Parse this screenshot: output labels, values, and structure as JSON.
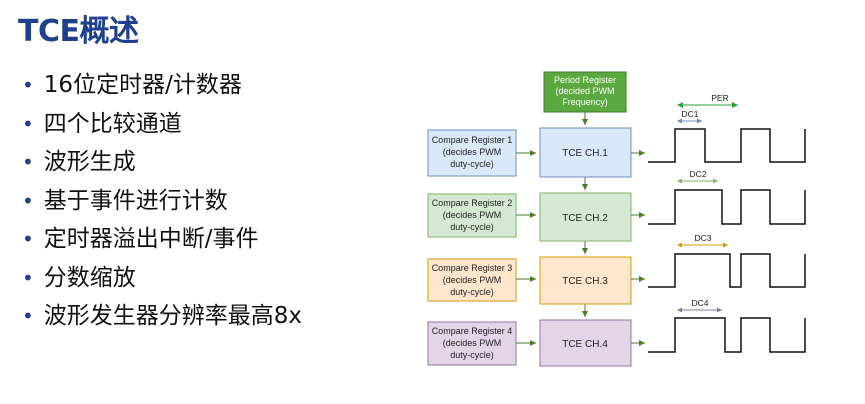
{
  "title": "TCE概述",
  "bullets": [
    "16位定时器/计数器",
    "四个比较通道",
    "波形生成",
    "基于事件进行计数",
    "定时器溢出中断/事件",
    "分数缩放",
    "波形发生器分辨率最高8x"
  ],
  "diagram": {
    "period_register": {
      "line1": "Period Register",
      "line2": "(decided PWM",
      "line3": "Frequency)"
    },
    "compare_registers": [
      {
        "line1": "Compare Register 1",
        "line2": "(decides PWM",
        "line3": "duty-cycle)"
      },
      {
        "line1": "Compare Register 2",
        "line2": "(decides PWM",
        "line3": "duty-cycle)"
      },
      {
        "line1": "Compare Register 3",
        "line2": "(decides PWM",
        "line3": "duty-cycle)"
      },
      {
        "line1": "Compare Register 4",
        "line2": "(decides PWM",
        "line3": "duty-cycle)"
      }
    ],
    "channels": [
      "TCE CH.1",
      "TCE CH.2",
      "TCE CH.3",
      "TCE CH.4"
    ],
    "per_label": "PER",
    "dc_labels": [
      "DC1",
      "DC2",
      "DC3",
      "DC4"
    ],
    "colors": {
      "period_fill": "#5aa83f",
      "period_stroke": "#3d7a2a",
      "ch1": "#dae8fc",
      "ch1_stroke": "#6c8ebf",
      "ch2": "#d5e8d4",
      "ch2_stroke": "#82b366",
      "ch3": "#ffe6cc",
      "ch3_stroke": "#d79b00",
      "ch4": "#e1d5e7",
      "ch4_stroke": "#9673a6",
      "per_arrow": "#2e9e3e",
      "dc1_arrow": "#6c8ebf",
      "dc2_arrow": "#82b366",
      "dc3_arrow": "#d79b00",
      "dc4_arrow": "#9673a6"
    }
  }
}
